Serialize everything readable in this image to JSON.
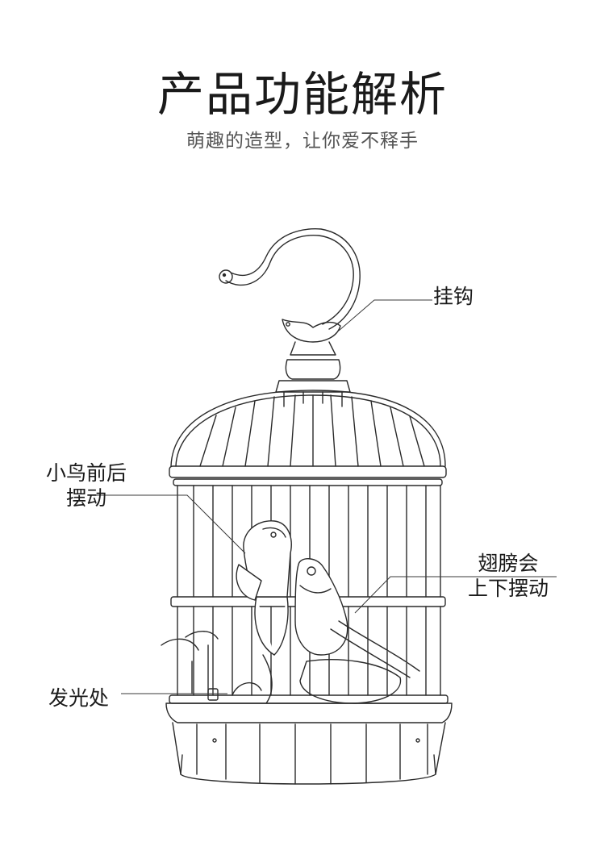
{
  "header": {
    "title": "产品功能解析",
    "subtitle": "萌趣的造型，让你爱不释手"
  },
  "callouts": {
    "hook": "挂钩",
    "bird_line1": "小鸟前后",
    "bird_line2": "摆动",
    "wing_line1": "翅膀会",
    "wing_line2": "上下摆动",
    "light": "发光处"
  }
}
